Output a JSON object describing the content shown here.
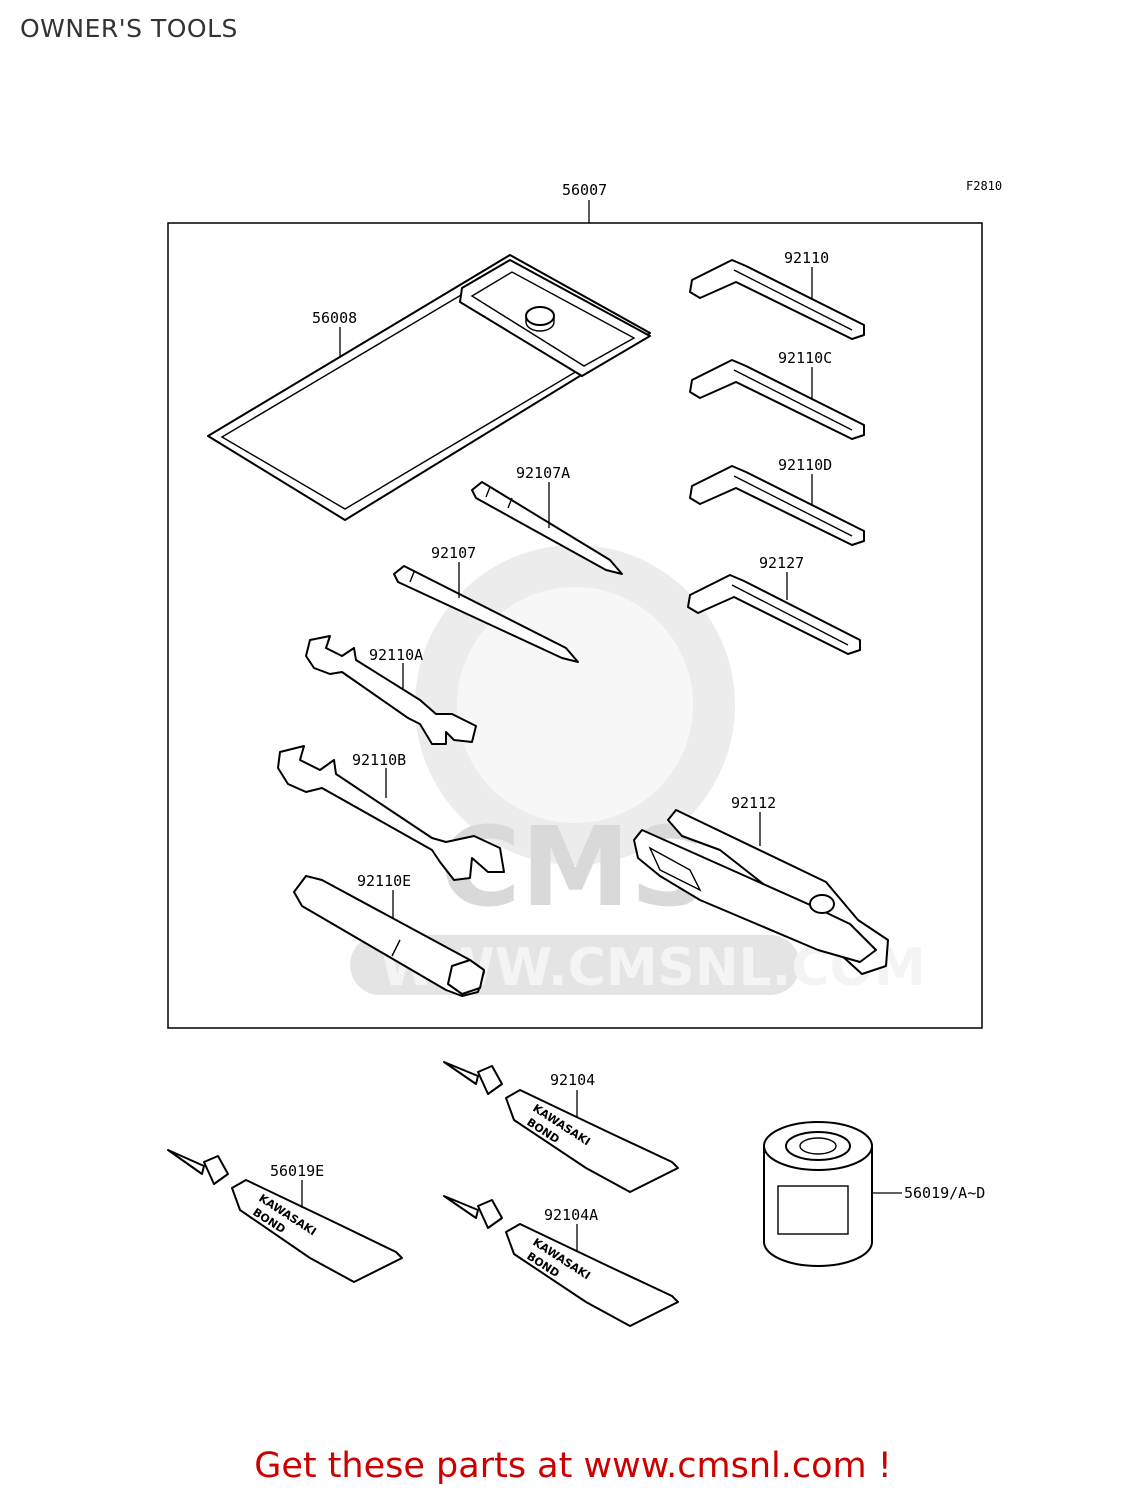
{
  "page": {
    "title": "OWNER'S TOOLS",
    "figure_id": "F2810",
    "footer": "Get these parts at www.cmsnl.com !"
  },
  "watermark": {
    "logo_text": "CMS",
    "url_text": "WWW.CMSNL.COM",
    "color": "#d9d9d9"
  },
  "parts": {
    "p56007": "56007",
    "p56008": "56008",
    "p92110": "92110",
    "p92110C": "92110C",
    "p92110D": "92110D",
    "p92127": "92127",
    "p92107A": "92107A",
    "p92107": "92107",
    "p92110A": "92110A",
    "p92110B": "92110B",
    "p92112": "92112",
    "p92110E": "92110E",
    "p92104": "92104",
    "p92104A": "92104A",
    "p56019E": "56019E",
    "p56019AD": "56019/A~D"
  },
  "tube_brand": {
    "line1": "KAWASAKI",
    "line2": "BOND"
  },
  "colors": {
    "footer": "#cc0000",
    "title": "#333333",
    "ink": "#000000"
  }
}
